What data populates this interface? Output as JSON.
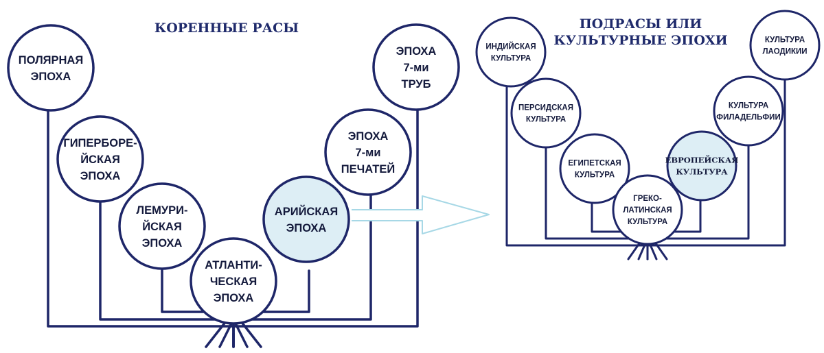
{
  "colors": {
    "stroke": "#1e2668",
    "text": "#141a3c",
    "heading": "#1f2a6b",
    "highlight": "#ddeef5",
    "arrow_outline": "#a7d8e6"
  },
  "left_diagram": {
    "title": "КОРЕННЫЕ РАСЫ",
    "nodes": [
      {
        "id": "polar",
        "name": "circle-polar-epoch",
        "lines": [
          "ПОЛЯРНАЯ",
          "ЭПОХА"
        ],
        "highlight": false
      },
      {
        "id": "hyper",
        "name": "circle-hyperborean-epoch",
        "lines": [
          "ГИПЕРБОРЕ-",
          "ЙСКАЯ",
          "ЭПОХА"
        ],
        "highlight": false
      },
      {
        "id": "lemur",
        "name": "circle-lemurian-epoch",
        "lines": [
          "ЛЕМУРИ-",
          "ЙСКАЯ",
          "ЭПОХА"
        ],
        "highlight": false
      },
      {
        "id": "atlant",
        "name": "circle-atlantean-epoch",
        "lines": [
          "АТЛАНТИ-",
          "ЧЕСКАЯ",
          "ЭПОХА"
        ],
        "highlight": false
      },
      {
        "id": "aryan",
        "name": "circle-aryan-epoch",
        "lines": [
          "АРИЙСКАЯ",
          "ЭПОХА"
        ],
        "highlight": true
      },
      {
        "id": "seals",
        "name": "circle-seven-seals-epoch",
        "lines": [
          "ЭПОХА",
          "7-ми",
          "ПЕЧАТЕЙ"
        ],
        "highlight": false
      },
      {
        "id": "trumpets",
        "name": "circle-seven-trumpets-epoch",
        "lines": [
          "ЭПОХА",
          "7-ми",
          "ТРУБ"
        ],
        "highlight": false
      }
    ]
  },
  "right_diagram": {
    "title_lines": [
      "ПОДРАСЫ ИЛИ",
      "КУЛЬТУРНЫЕ ЭПОХИ"
    ],
    "nodes": [
      {
        "id": "indian",
        "name": "circle-indian-culture",
        "lines": [
          "ИНДИЙСКАЯ",
          "КУЛЬТУРА"
        ],
        "highlight": false
      },
      {
        "id": "persian",
        "name": "circle-persian-culture",
        "lines": [
          "ПЕРСИДСКАЯ",
          "КУЛЬТУРА"
        ],
        "highlight": false
      },
      {
        "id": "egypt",
        "name": "circle-egyptian-culture",
        "lines": [
          "ЕГИПЕТСКАЯ",
          "КУЛЬТУРА"
        ],
        "highlight": false
      },
      {
        "id": "greco",
        "name": "circle-greco-latin-culture",
        "lines": [
          "ГРЕКО-",
          "ЛАТИНСКАЯ",
          "КУЛЬТУРА"
        ],
        "highlight": false
      },
      {
        "id": "euro",
        "name": "circle-european-culture",
        "lines": [
          "ЕВРОПЕЙСКАЯ",
          "КУЛЬТУРА"
        ],
        "highlight": true
      },
      {
        "id": "phila",
        "name": "circle-philadelphia-culture",
        "lines": [
          "КУЛЬТУРА",
          "ФИЛАДЕЛЬФИИ"
        ],
        "highlight": false
      },
      {
        "id": "laod",
        "name": "circle-laodicea-culture",
        "lines": [
          "КУЛЬТУРА",
          "ЛАОДИКИИ"
        ],
        "highlight": false
      }
    ]
  }
}
